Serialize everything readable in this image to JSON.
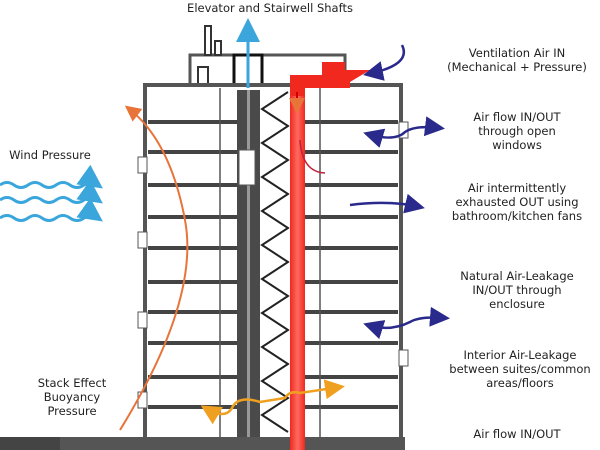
{
  "labels": {
    "top": "Elevator and Stairwell Shafts",
    "ventilation": [
      "Ventilation Air IN",
      "(Mechanical + Pressure)"
    ],
    "windows": [
      "Air flow IN/OUT",
      "through open",
      "windows"
    ],
    "exhaust": [
      "Air intermittently",
      "exhausted OUT using",
      "bathroom/kitchen fans"
    ],
    "leakage": [
      "Natural Air-Leakage",
      "IN/OUT through",
      "enclosure"
    ],
    "interior": [
      "Interior Air-Leakage",
      "between suites/common",
      "areas/floors"
    ],
    "bottom": "Air flow IN/OUT",
    "wind": "Wind Pressure",
    "stack": [
      "Stack Effect",
      "Buoyancy",
      "Pressure"
    ]
  },
  "colors": {
    "wind_arrow": "#3aa6dc",
    "duct": "#f0281e",
    "stack_arrow": "#e8743a",
    "interior_arrow": "#f0a020",
    "airflow_arrow": "#2a2a8c",
    "wall": "#555555"
  }
}
